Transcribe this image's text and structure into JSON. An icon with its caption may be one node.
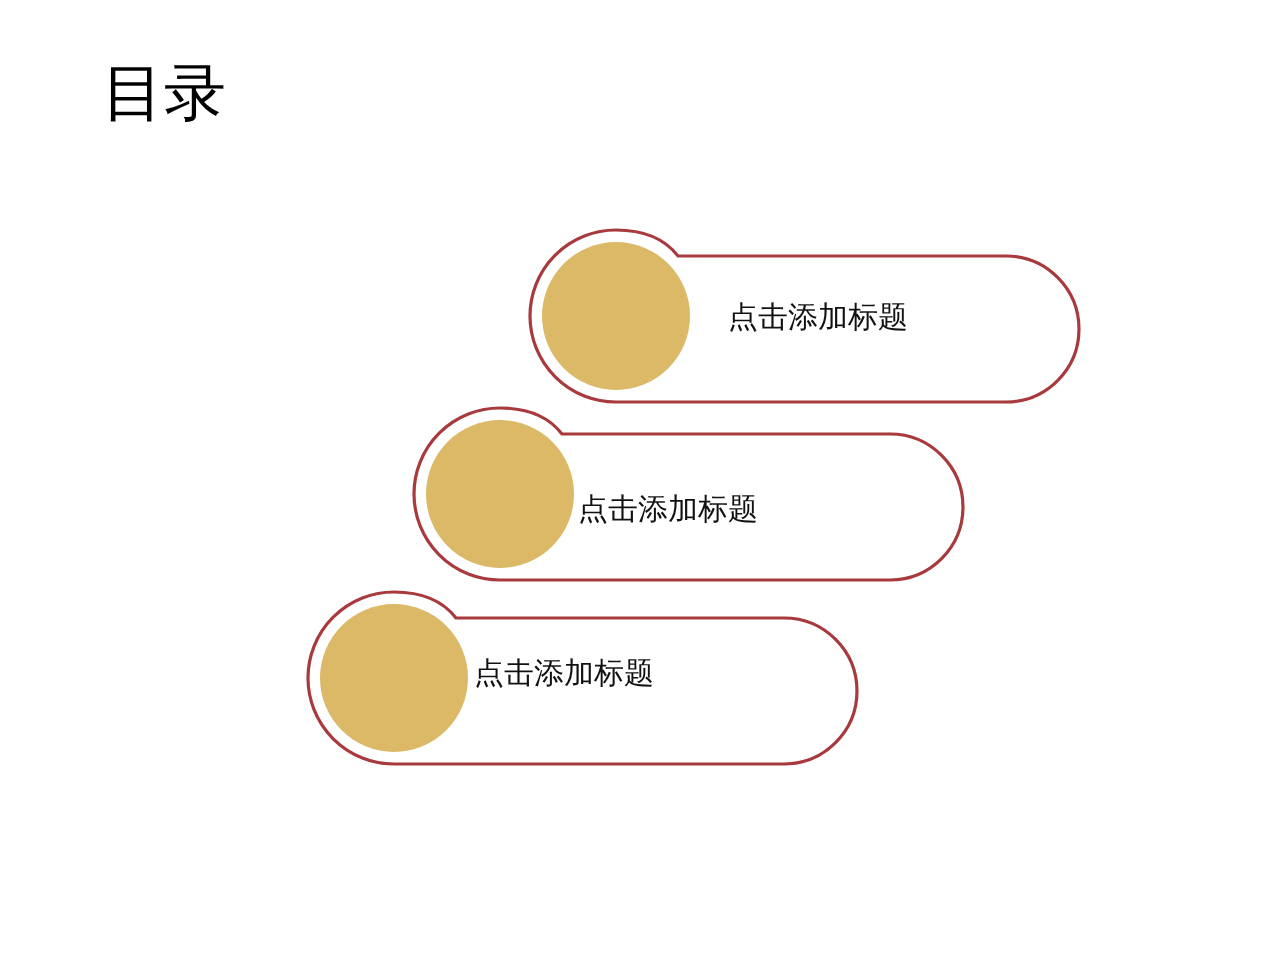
{
  "diagram": {
    "title": "目录",
    "nodes": [
      {
        "text": [
          "点击添加标题"
        ]
      },
      {
        "text": [
          "点击添加标题"
        ]
      },
      {
        "text": [
          "点击添加标题"
        ]
      }
    ]
  }
}
